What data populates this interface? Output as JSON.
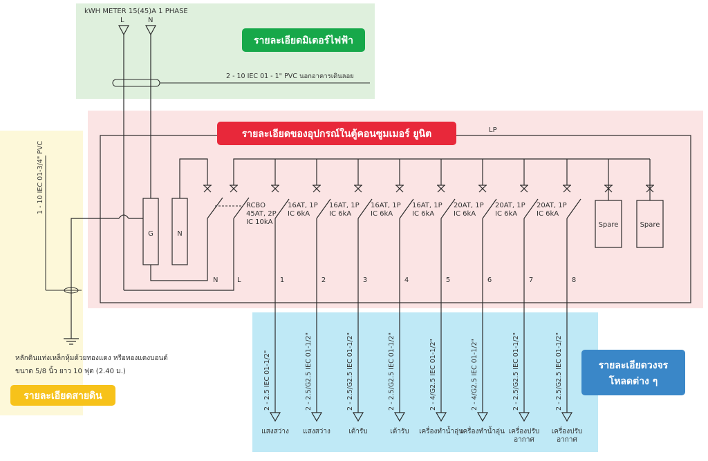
{
  "meter": {
    "title": "kWH METER 15(45)A 1 PHASE",
    "terminal_l": "L",
    "terminal_n": "N",
    "cable": "2 - 10 IEC 01 - 1\" PVC นอกอาคารเดินลอย",
    "badge": "รายละเอียดมิเตอร์ไฟฟ้า"
  },
  "panel": {
    "badge": "รายละเอียดของอุปกรณ์ในตู้คอนซูมเมอร์ ยูนิต",
    "name": "LP",
    "ground_bar": "G",
    "neutral_bar": "N",
    "main_breaker": [
      "RCBO",
      "45AT, 2P",
      "IC 10kA"
    ],
    "main_n": "N",
    "main_l": "L",
    "spare_label": "Spare"
  },
  "ground": {
    "cable": "1 - 10 IEC 01-3/4\" PVC",
    "desc_line1": "หลักดินแท่งเหล็กหุ้มด้วยทองแดง หรือทองแดงบอนด์",
    "desc_line2": "ขนาด 5/8 นิ้ว ยาว 10 ฟุต (2.40 ม.)",
    "badge": "รายละเอียดสายดิน"
  },
  "loads": {
    "badge_line1": "รายละเอียดวงจร",
    "badge_line2": "โหลดต่าง ๆ"
  },
  "circuits": [
    {
      "no": "1",
      "breaker_1": "16AT, 1P",
      "breaker_2": "IC 6kA",
      "cable": "2 - 2.5 IEC 01-1/2\"",
      "load_1": "แสงสว่าง",
      "load_2": ""
    },
    {
      "no": "2",
      "breaker_1": "16AT, 1P",
      "breaker_2": "IC 6kA",
      "cable": "2 - 2.5/G2.5 IEC 01-1/2\"",
      "load_1": "แสงสว่าง",
      "load_2": ""
    },
    {
      "no": "3",
      "breaker_1": "16AT, 1P",
      "breaker_2": "IC 6kA",
      "cable": "2 - 2.5/G2.5 IEC 01-1/2\"",
      "load_1": "เต้ารับ",
      "load_2": ""
    },
    {
      "no": "4",
      "breaker_1": "16AT, 1P",
      "breaker_2": "IC 6kA",
      "cable": "2 - 2.5/G2.5 IEC 01-1/2\"",
      "load_1": "เต้ารับ",
      "load_2": ""
    },
    {
      "no": "5",
      "breaker_1": "20AT, 1P",
      "breaker_2": "IC 6kA",
      "cable": "2 - 4/G2.5 IEC 01-1/2\"",
      "load_1": "เครื่องทำน้ำอุ่น",
      "load_2": ""
    },
    {
      "no": "6",
      "breaker_1": "20AT, 1P",
      "breaker_2": "IC 6kA",
      "cable": "2 - 4/G2.5 IEC 01-1/2\"",
      "load_1": "เครื่องทำน้ำอุ่น",
      "load_2": ""
    },
    {
      "no": "7",
      "breaker_1": "20AT, 1P",
      "breaker_2": "IC 6kA",
      "cable": "2 - 2.5/G2.5 IEC 01-1/2\"",
      "load_1": "เครื่องปรับ",
      "load_2": "อากาศ"
    },
    {
      "no": "8",
      "breaker_1": "",
      "breaker_2": "",
      "cable": "2 - 2.5/G2.5 IEC 01-1/2\"",
      "load_1": "เครื่องปรับ",
      "load_2": "อากาศ"
    }
  ],
  "colors": {
    "meter_zone": "#dff0dd",
    "panel_zone": "#fbe4e4",
    "ground_zone": "#fdf8d9",
    "load_zone": "#bfe9f6",
    "badge_green": "#17a84a",
    "badge_red": "#e8283a",
    "badge_yellow": "#f7c21a",
    "badge_blue": "#3a87c8",
    "line": "#2b2b2b"
  }
}
